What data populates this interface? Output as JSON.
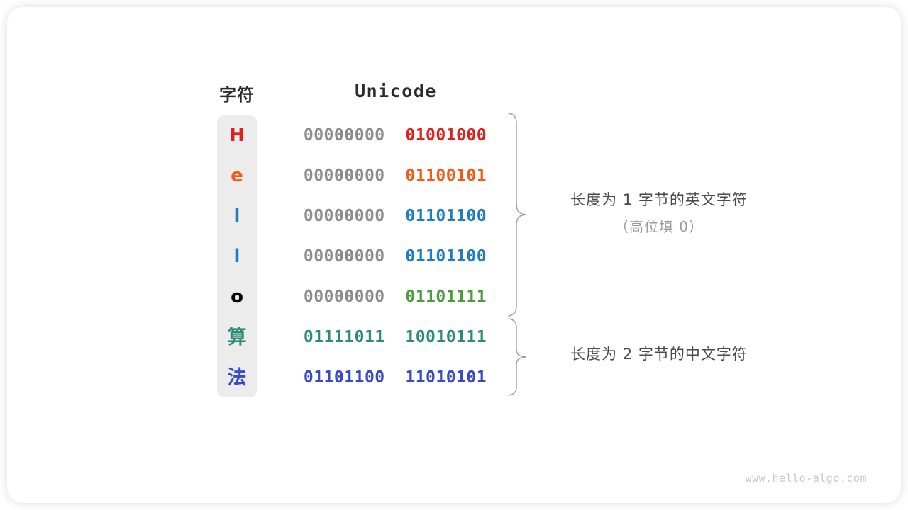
{
  "headers": {
    "char": "字符",
    "unicode": "Unicode"
  },
  "colors": {
    "char_column_bg": "#ececec",
    "padding_bits": "#8c8c8c",
    "brace": "#9e9e9e",
    "annotation_main": "#4a4a4a",
    "annotation_sub": "#9a9a9a",
    "header": "#2b2b2b",
    "watermark": "#c9c9c9"
  },
  "rows": [
    {
      "char": "H",
      "char_color": "#e0201b",
      "hi_byte": "00000000",
      "lo_byte": "01001000",
      "lo_color": "#e0201b",
      "cjk": false
    },
    {
      "char": "e",
      "char_color": "#f25c19",
      "hi_byte": "00000000",
      "lo_byte": "01100101",
      "lo_color": "#f25c19",
      "cjk": false
    },
    {
      "char": "l",
      "char_color": "#1f7ec2",
      "hi_byte": "00000000",
      "lo_byte": "01101100",
      "lo_color": "#1f7ec2",
      "cjk": false
    },
    {
      "char": "l",
      "char_color": "#1f7ec2",
      "hi_byte": "00000000",
      "lo_byte": "01101100",
      "lo_color": "#1f7ec2",
      "cjk": false
    },
    {
      "char": "o",
      "char_color": "#4e9a४1",
      "hi_byte": "00000000",
      "lo_byte": "01101111",
      "lo_color": "#4e9a41",
      "cjk": false
    },
    {
      "char": "算",
      "char_color": "#2e8b7a",
      "hi_byte": "01111011",
      "lo_byte": "10010111",
      "lo_color": "#2e8b7a",
      "hi_color": "#2e8b7a",
      "cjk": true
    },
    {
      "char": "法",
      "char_color": "#3a49c8",
      "hi_byte": "01101100",
      "lo_byte": "11010101",
      "lo_color": "#3a49c8",
      "hi_color": "#3a49c8",
      "cjk": true
    }
  ],
  "annotations": {
    "group1_main": "长度为 1 字节的英文字符",
    "group1_sub": "（高位填 0）",
    "group2_main": "长度为 2 字节的中文字符"
  },
  "watermark": "www.hello-algo.com"
}
